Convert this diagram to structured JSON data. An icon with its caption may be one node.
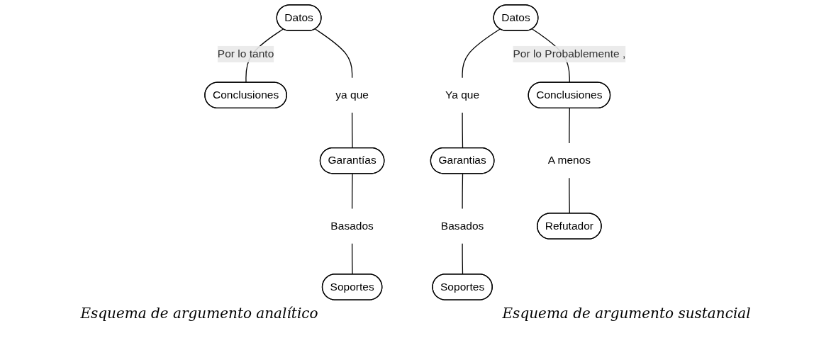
{
  "diagram": {
    "nodes": [
      {
        "text": [
          "Datos"
        ]
      },
      {
        "text": [
          "Conclusiones"
        ]
      },
      {
        "text": [
          "ya que"
        ]
      },
      {
        "text": [
          "Garantías"
        ]
      },
      {
        "text": [
          "Basados"
        ]
      },
      {
        "text": [
          "Soportes"
        ]
      },
      {
        "text": [
          "Datos"
        ]
      },
      {
        "text": [
          "Conclusiones"
        ]
      },
      {
        "text": [
          "Ya que"
        ]
      },
      {
        "text": [
          "Garantias"
        ]
      },
      {
        "text": [
          "Basados"
        ]
      },
      {
        "text": [
          "Soportes"
        ]
      },
      {
        "text": [
          "A menos"
        ]
      },
      {
        "text": [
          "Refutador"
        ]
      }
    ],
    "edges": [
      {
        "from": 0,
        "to": 1,
        "arrow": "none",
        "label": "Por lo tanto"
      },
      {
        "from": 0,
        "to": 2,
        "arrow": "none"
      },
      {
        "from": 2,
        "to": 3,
        "arrow": "none"
      },
      {
        "from": 3,
        "to": 4,
        "arrow": "none"
      },
      {
        "from": 4,
        "to": 5,
        "arrow": "none"
      },
      {
        "from": 6,
        "to": 7,
        "arrow": "none",
        "label": "Por lo Probablemente ,"
      },
      {
        "from": 6,
        "to": 8,
        "arrow": "none"
      },
      {
        "from": 8,
        "to": 9,
        "arrow": "none"
      },
      {
        "from": 9,
        "to": 10,
        "arrow": "none"
      },
      {
        "from": 10,
        "to": 11,
        "arrow": "none"
      },
      {
        "from": 7,
        "to": 12,
        "arrow": "none"
      },
      {
        "from": 12,
        "to": 13,
        "arrow": "none"
      }
    ],
    "labels": [
      "Esquema de argumento analítico",
      "Esquema de argumento sustancial"
    ]
  }
}
